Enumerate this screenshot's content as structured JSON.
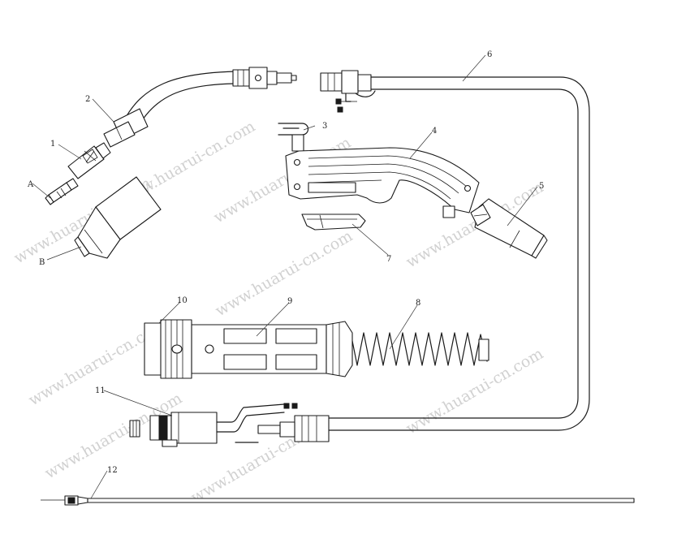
{
  "labels": {
    "A": "A",
    "B": "B",
    "p1": "1",
    "p2": "2",
    "p3": "3",
    "p4": "4",
    "p5": "5",
    "p6": "6",
    "p7": "7",
    "p8": "8",
    "p9": "9",
    "p10": "10",
    "p11": "11",
    "p12": "12"
  },
  "watermark": "www.huarui-cn.com",
  "colors": {
    "line": "#1a1a1a",
    "watermark": "#c9c9c9",
    "background": "#ffffff"
  }
}
